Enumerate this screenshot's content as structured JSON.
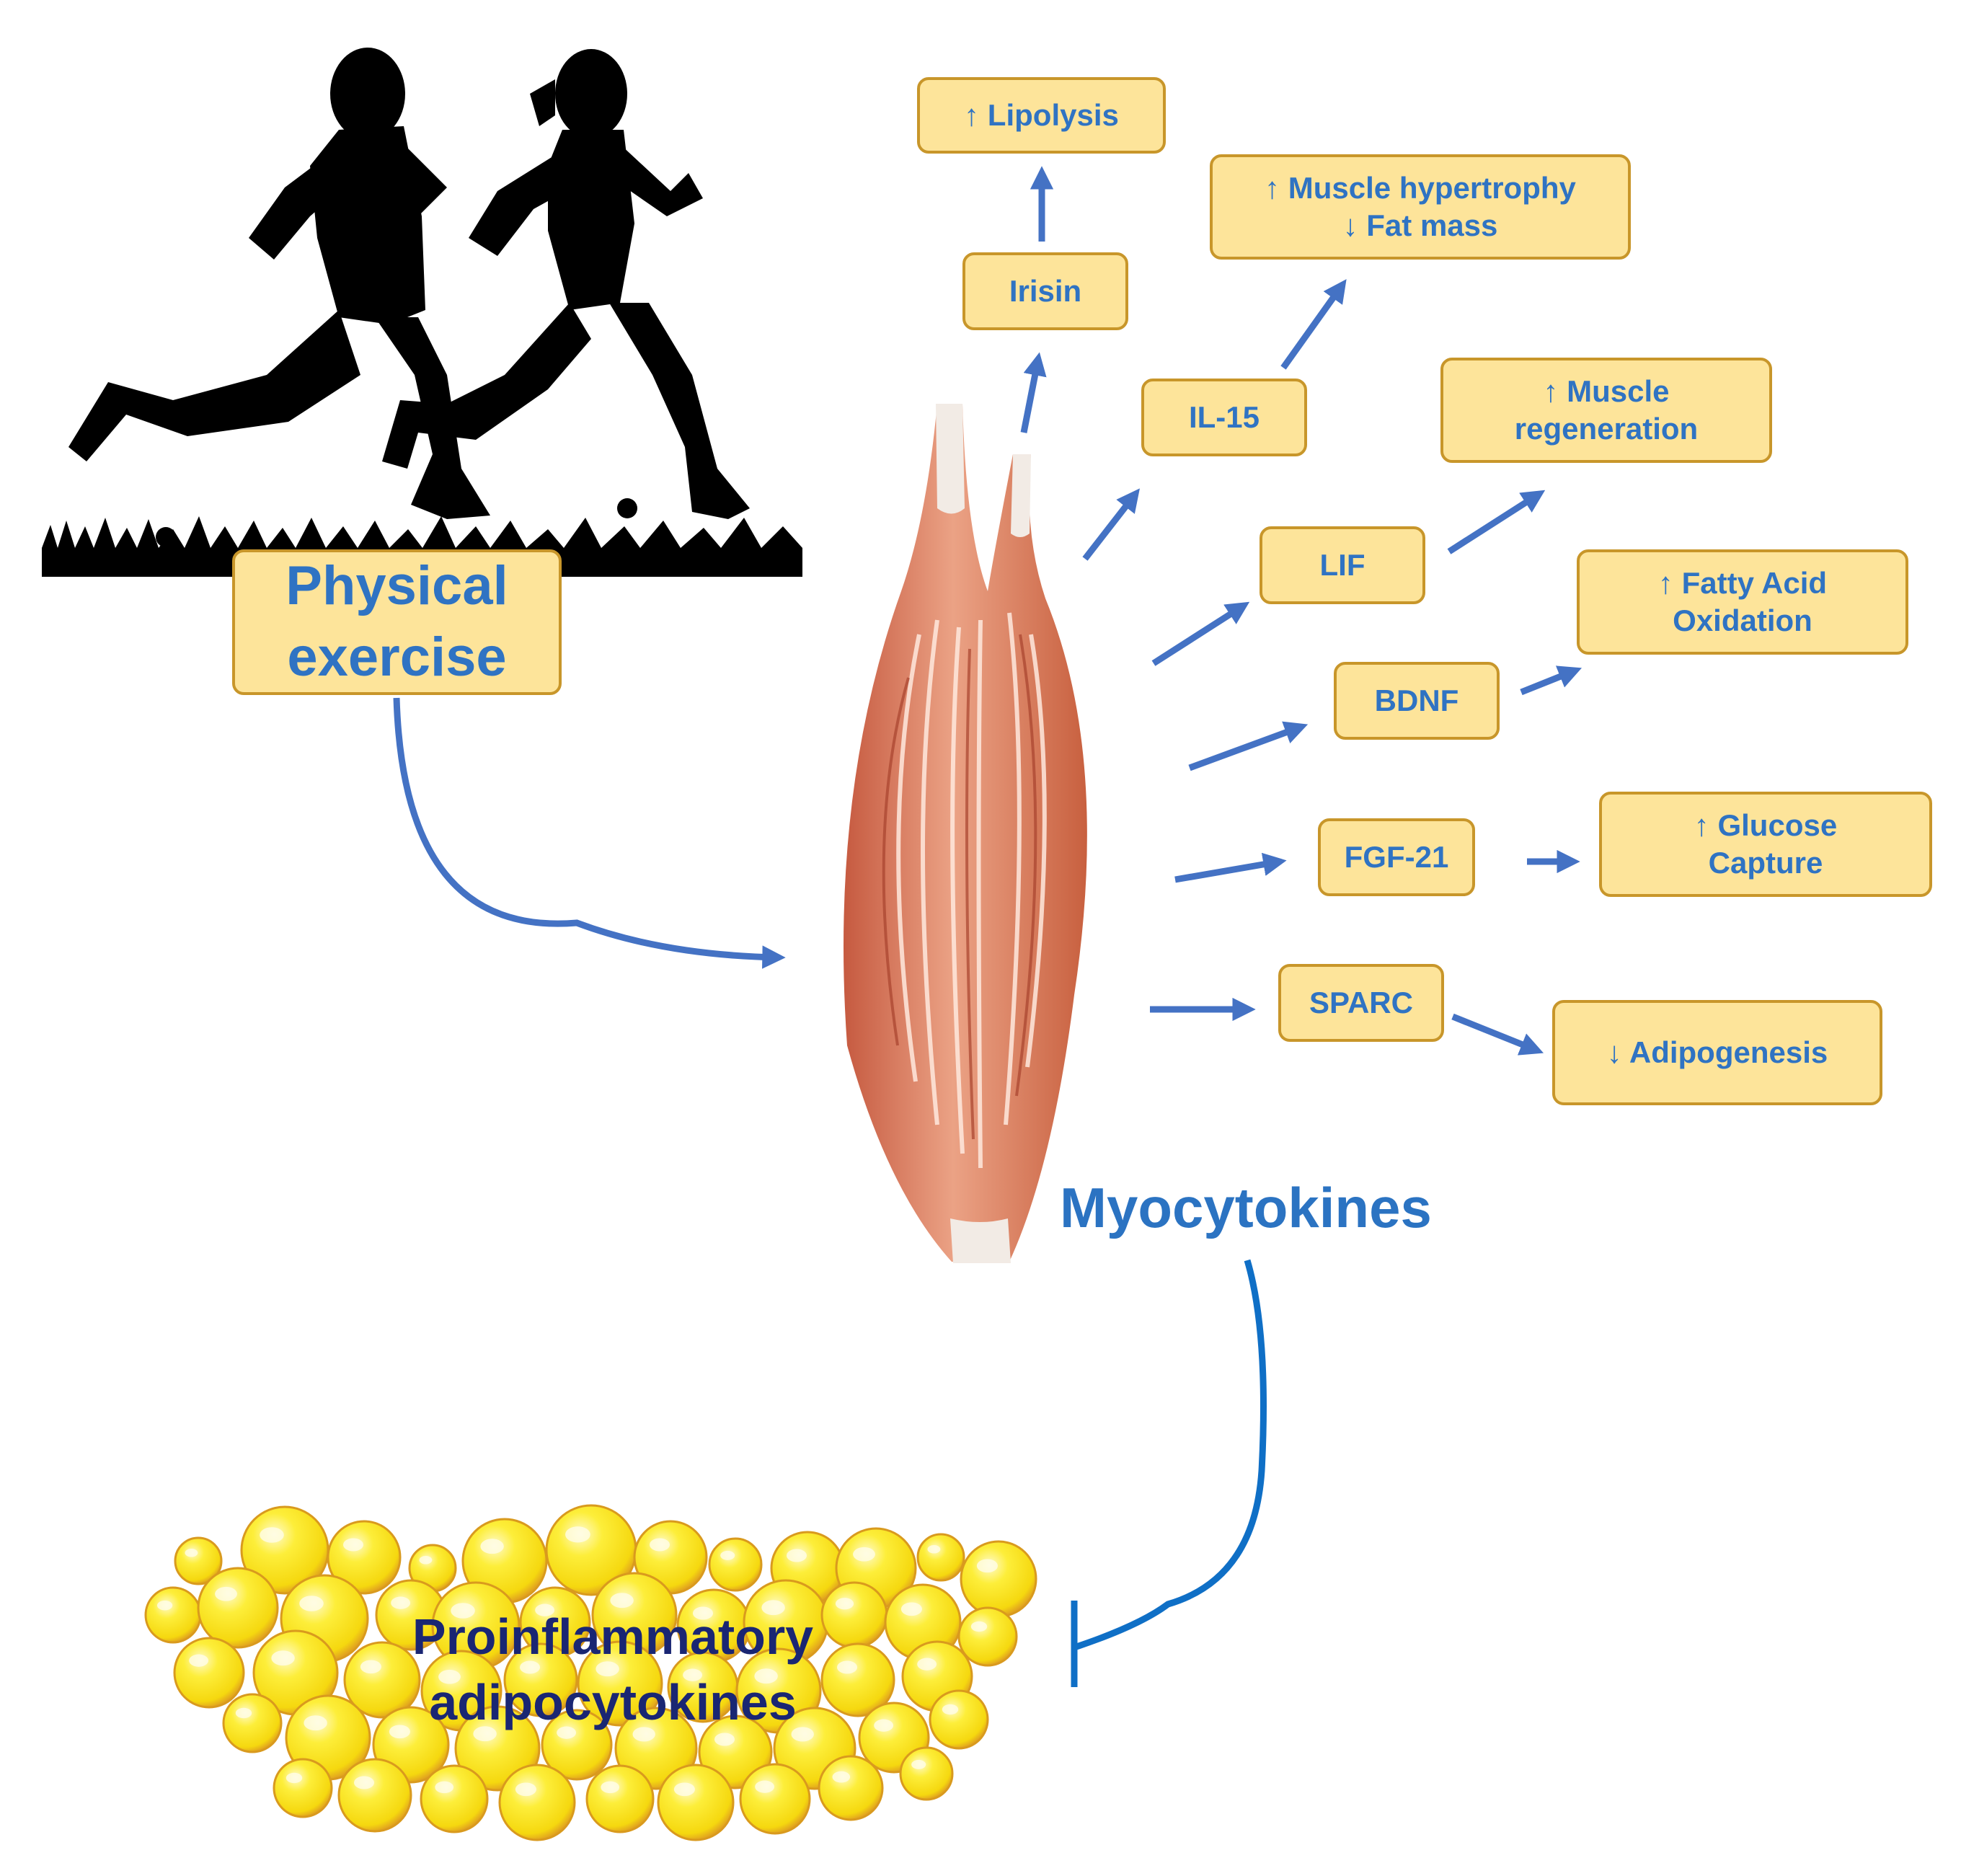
{
  "colors": {
    "box_fill": "#fde49a",
    "box_border": "#c8962a",
    "label_blue": "#2f73c3",
    "arrow_blue": "#4472c4",
    "inhibit_blue": "#0f6fc6",
    "muscle": "#e79a7e",
    "fat_cells": "#fde31c",
    "navy_text": "#1a2673"
  },
  "icons": {
    "runners": "runners-silhouette-icon",
    "muscle": "skeletal-muscle-icon",
    "fat": "adipose-tissue-icon"
  },
  "exercise": {
    "line1": "Physical",
    "line2": "exercise"
  },
  "hub_label": "Myocytokines",
  "adipose_label": {
    "line1": "Proinflammatory",
    "line2": "adipocytokines"
  },
  "myokines": {
    "irisin": "Irisin",
    "il15": "IL-15",
    "lif": "LIF",
    "bdnf": "BDNF",
    "fgf21": "FGF-21",
    "sparc": "SPARC"
  },
  "effects": {
    "lipolysis": "↑ Lipolysis",
    "hypertrophy_1": "↑ Muscle hypertrophy",
    "hypertrophy_2": "↓ Fat mass",
    "regeneration_1": "↑ Muscle",
    "regeneration_2": "regeneration",
    "fatty_acid_1": "↑ Fatty Acid",
    "fatty_acid_2": "Oxidation",
    "glucose_1": "↑ Glucose",
    "glucose_2": "Capture",
    "adipogenesis": "↓ Adipogenesis"
  }
}
